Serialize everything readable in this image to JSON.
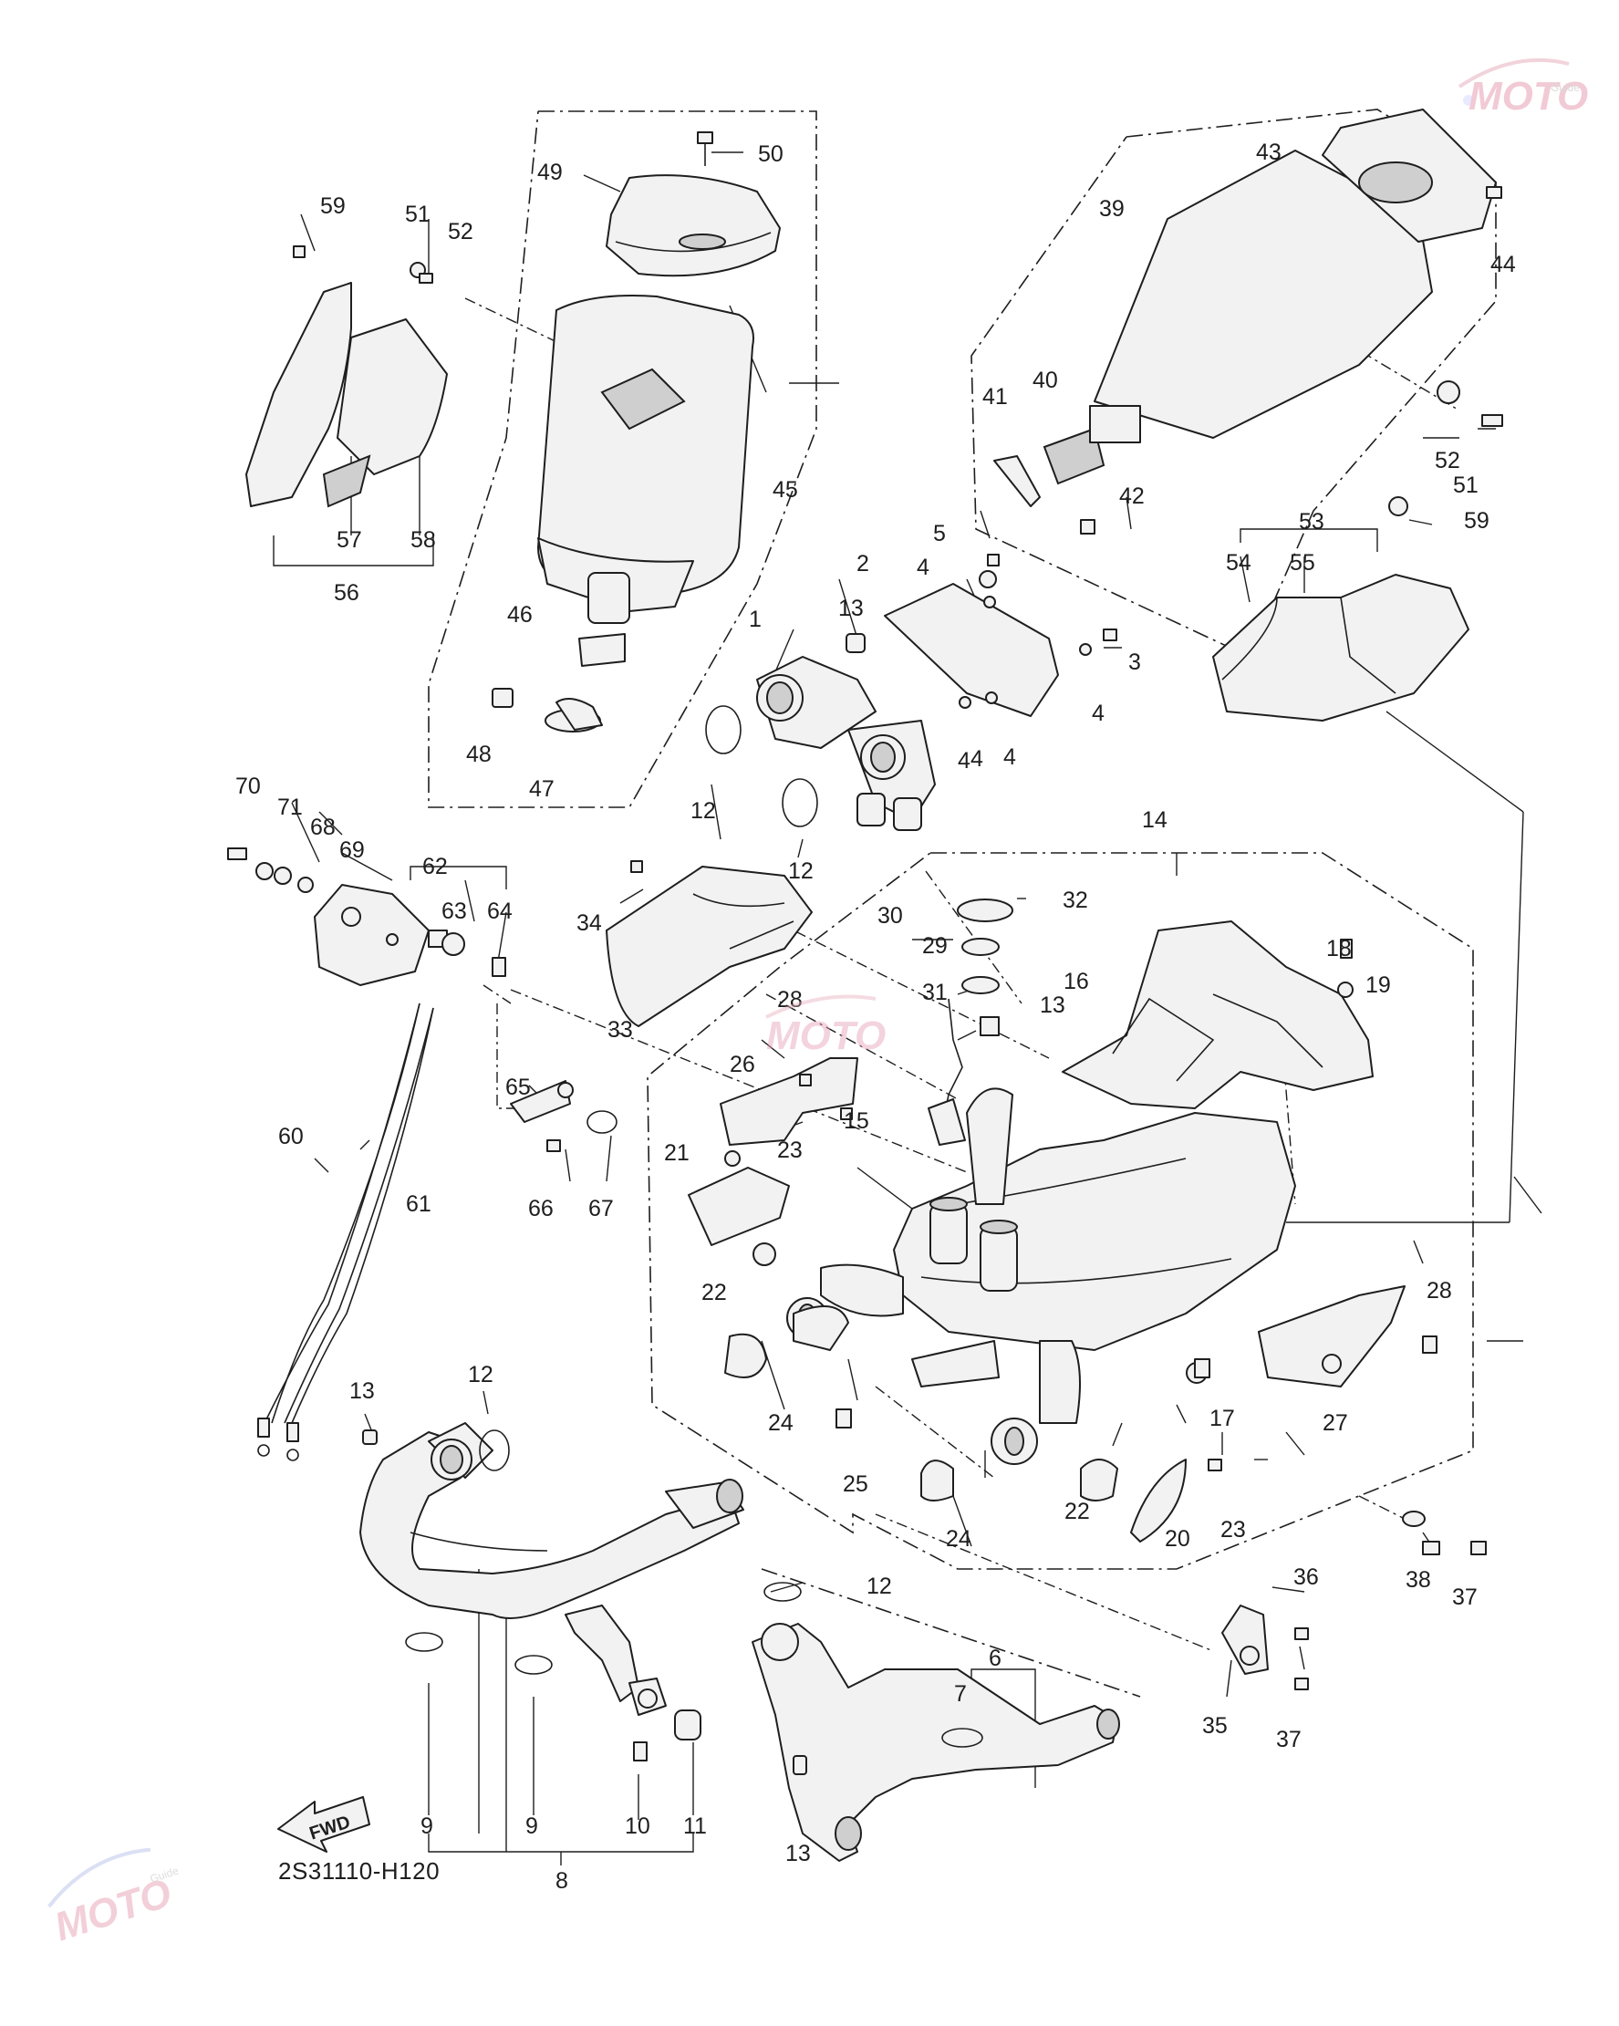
{
  "diagram": {
    "drawing_code": "2S31110-H120",
    "fwd_label": "FWD",
    "watermark": {
      "brand": "MOTO",
      "sub": "Guide"
    },
    "callouts": [
      "1",
      "2",
      "3",
      "4",
      "4",
      "4",
      "4",
      "4",
      "5",
      "6",
      "7",
      "8",
      "9",
      "9",
      "10",
      "11",
      "12",
      "12",
      "12",
      "12",
      "13",
      "13",
      "13",
      "13",
      "14",
      "15",
      "16",
      "17",
      "18",
      "19",
      "20",
      "21",
      "22",
      "22",
      "23",
      "23",
      "24",
      "24",
      "25",
      "26",
      "27",
      "28",
      "28",
      "29",
      "30",
      "31",
      "32",
      "33",
      "34",
      "35",
      "36",
      "37",
      "37",
      "38",
      "39",
      "40",
      "41",
      "42",
      "43",
      "44",
      "45",
      "46",
      "47",
      "48",
      "49",
      "50",
      "51",
      "51",
      "52",
      "52",
      "53",
      "54",
      "55",
      "56",
      "57",
      "58",
      "59",
      "59",
      "60",
      "61",
      "62",
      "63",
      "64",
      "65",
      "66",
      "67",
      "68",
      "69",
      "70",
      "71"
    ]
  }
}
